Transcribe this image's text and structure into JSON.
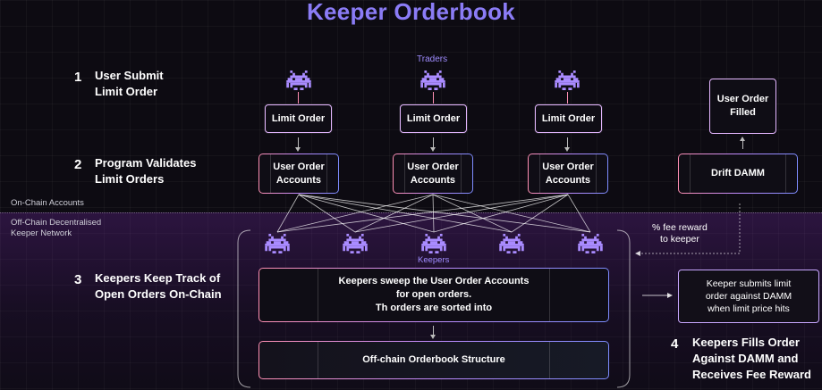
{
  "title": "Keeper Orderbook",
  "steps": [
    {
      "num": "1",
      "line1": "User Submit",
      "line2": "Limit Order"
    },
    {
      "num": "2",
      "line1": "Program Validates",
      "line2": "Limit Orders"
    },
    {
      "num": "3",
      "line1": "Keepers Keep Track of",
      "line2": "Open Orders On-Chain"
    },
    {
      "num": "4",
      "line1": "Keepers Fills Order",
      "line2": "Against DAMM and",
      "line3": "Receives Fee Reward"
    }
  ],
  "zones": {
    "onchain": "On-Chain Accounts",
    "offchain_line1": "Off-Chain Decentralised",
    "offchain_line2": "Keeper Network"
  },
  "traders_label": "Traders",
  "keepers_label": "Keepers",
  "limit_order_label": "Limit Order",
  "accounts_line1": "User Order",
  "accounts_line2": "Accounts",
  "sweep_box": {
    "line1": "Keepers sweep the User Order Accounts",
    "line2": "for open orders.",
    "line3": "Th orders are sorted into"
  },
  "orderbook_structure": "Off-chain Orderbook Structure",
  "drift_damm": "Drift DAMM",
  "user_order_filled_line1": "User Order",
  "user_order_filled_line2": "Filled",
  "keeper_submits": {
    "line1": "Keeper submits limit",
    "line2": "order against DAMM",
    "line3": "when limit price hits"
  },
  "fee_reward_line1": "% fee reward",
  "fee_reward_line2": "to keeper",
  "colors": {
    "title": "#8b7cf6",
    "icon_purple": "#a98bff",
    "keepers_label": "#9f8cff"
  },
  "icons": [
    "trader-invader-icon",
    "keeper-invader-icon"
  ]
}
